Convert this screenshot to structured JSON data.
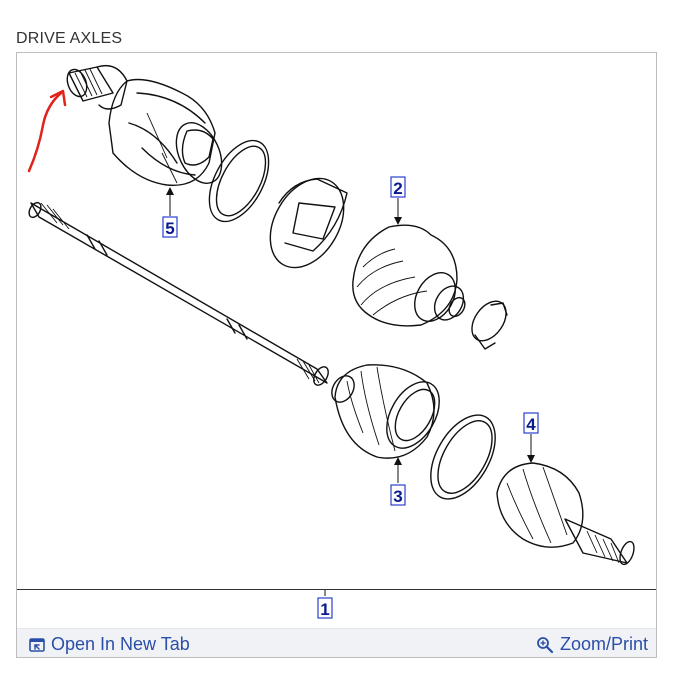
{
  "section": {
    "title": "DRIVE AXLES"
  },
  "callouts": {
    "c1": "1",
    "c2": "2",
    "c3": "3",
    "c4": "4",
    "c5": "5"
  },
  "footer": {
    "open_new_tab": "Open In New Tab",
    "zoom_print": "Zoom/Print"
  },
  "colors": {
    "link": "#2a4fa8",
    "callout_text": "#0a1a8c",
    "callout_border": "#2b3fd0",
    "annotation_red": "#e0231b",
    "footer_bg": "#f1f2f6"
  },
  "icons": {
    "open_new_tab": "open-in-new-tab-icon",
    "zoom": "zoom-magnifier-icon"
  }
}
